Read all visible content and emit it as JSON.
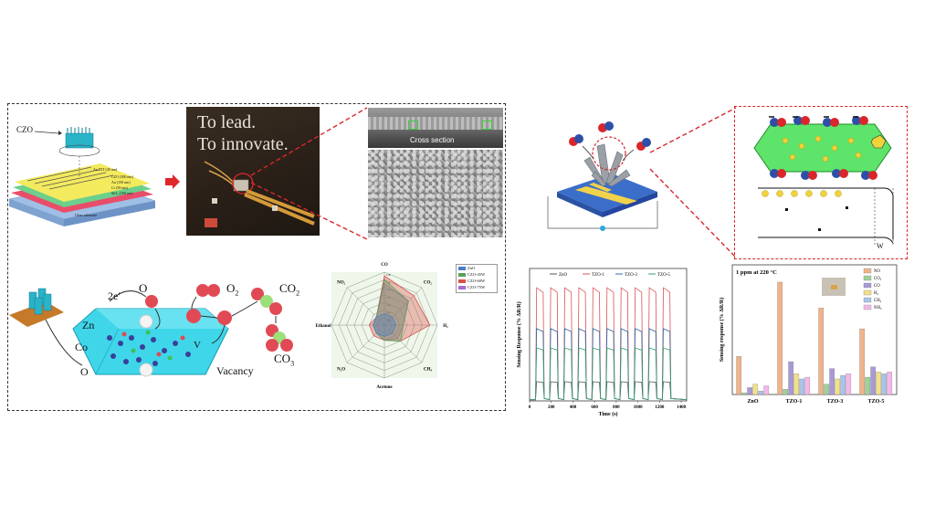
{
  "left_panel": {
    "device": {
      "czo_label": "CZO",
      "layers": [
        "Au IDT (45 nm)",
        "CZO (300 nm)",
        "Au (150 nm)",
        "Cr (50 nm)",
        "SiO₂ (100 nm)",
        "Glass substrate"
      ]
    },
    "photo": {
      "text_line1": "To lead.",
      "text_line2": "To innovate."
    },
    "sem": {
      "cross_section_label": "Cross section"
    },
    "mechanism": {
      "electrons": "2e′",
      "o": "O",
      "o2": "O",
      "o2_sub": "2",
      "co2": "CO",
      "co2_sub": "2",
      "co3": "CO",
      "co3_sub": "3",
      "zn": "Zn",
      "co": "Co",
      "o_lattice": "O",
      "vacancy_symbol": "V",
      "vacancy_label": "Vacancy"
    },
    "radar": {
      "axes": [
        "CO",
        "CO₂",
        "H₂",
        "CH₄",
        "Acetone",
        "N₂O",
        "Ethanol",
        "NO₂"
      ],
      "ring_labels": [
        "1.8",
        "1.6",
        "1.4",
        "1.2",
        "1.0",
        "0.8",
        "0.6"
      ],
      "legend": [
        "ZnO",
        "CZO-45W",
        "CZO-60W",
        "CZO-75W"
      ],
      "colors": [
        "#4a7fc1",
        "#5aa05a",
        "#d9504b",
        "#a86ad0"
      ]
    }
  },
  "right_panel": {
    "time_chart": {
      "legend": [
        "ZnO",
        "TZO-1",
        "TZO-3",
        "TZO-5"
      ],
      "colors": [
        "#555555",
        "#d9534f",
        "#2e6fb0",
        "#3aa06a"
      ],
      "xlabel": "Time (s)",
      "ylabel": "Sensing Response (% ΔR/R)",
      "xticks": [
        "0",
        "200",
        "400",
        "600",
        "800",
        "1000",
        "1200",
        "1400"
      ]
    },
    "bar_chart": {
      "title": "1 ppm at 220 °C",
      "ylabel": "Sensing response (% ΔR/R)",
      "categories": [
        "ZnO",
        "TZO-1",
        "TZO-3",
        "TZO-5"
      ],
      "legend": [
        "NO",
        "CO₂",
        "CO",
        "H₂",
        "CH₄",
        "NH₃"
      ],
      "colors": [
        "#f0b48a",
        "#9fd19a",
        "#a99ad6",
        "#f2e08a",
        "#a8c4ea",
        "#f4b8e8"
      ]
    },
    "depletion": {
      "width_label": "W"
    }
  },
  "chart_data": [
    {
      "type": "line",
      "xlabel": "Time (s)",
      "ylabel": "Sensing Response (% ΔR/R)",
      "xlim": [
        0,
        1450
      ],
      "series": [
        {
          "name": "ZnO",
          "peak": 8
        },
        {
          "name": "TZO-1",
          "peak": 47
        },
        {
          "name": "TZO-3",
          "peak": 30
        },
        {
          "name": "TZO-5",
          "peak": 22
        }
      ],
      "cycles": 10
    },
    {
      "type": "bar",
      "title": "1 ppm at 220 °C",
      "categories": [
        "ZnO",
        "TZO-1",
        "TZO-3",
        "TZO-5"
      ],
      "series": [
        {
          "name": "NO",
          "values": [
            2.2,
            6.5,
            5.0,
            3.8
          ]
        },
        {
          "name": "CO₂",
          "values": [
            0.1,
            0.3,
            0.6,
            1.0
          ]
        },
        {
          "name": "CO",
          "values": [
            0.4,
            1.9,
            1.5,
            1.6
          ]
        },
        {
          "name": "H₂",
          "values": [
            0.6,
            1.2,
            0.9,
            1.3
          ]
        },
        {
          "name": "CH₄",
          "values": [
            0.2,
            0.9,
            1.1,
            1.2
          ]
        },
        {
          "name": "NH₃",
          "values": [
            0.5,
            1.0,
            1.2,
            1.3
          ]
        }
      ]
    },
    {
      "type": "radar",
      "axes": [
        "CO",
        "CO₂",
        "H₂",
        "CH₄",
        "Acetone",
        "N₂O",
        "Ethanol",
        "NO₂"
      ],
      "series": [
        {
          "name": "ZnO",
          "values": [
            0.7,
            0.7,
            0.7,
            0.7,
            0.7,
            0.7,
            0.7,
            0.7
          ]
        },
        {
          "name": "CZO-45W",
          "values": [
            1.6,
            1.3,
            0.9,
            1.0,
            0.8,
            0.7,
            0.7,
            0.7
          ]
        },
        {
          "name": "CZO-60W",
          "values": [
            1.7,
            1.5,
            1.6,
            1.0,
            0.8,
            0.8,
            0.8,
            0.7
          ]
        },
        {
          "name": "CZO-75W",
          "values": [
            1.5,
            1.3,
            0.9,
            0.9,
            0.8,
            0.7,
            0.7,
            0.7
          ]
        }
      ]
    }
  ]
}
